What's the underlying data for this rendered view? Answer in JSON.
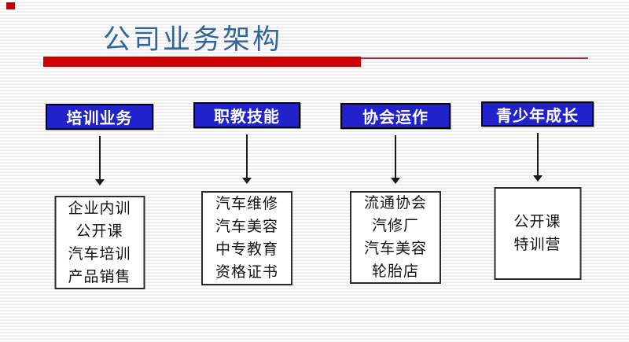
{
  "slide": {
    "title": "公司业务架构",
    "colors": {
      "title_blue": "#31659b",
      "accent_red": "#cc0000",
      "header_box_blue": "#2222cc",
      "header_text": "#ffffff",
      "body_text": "#111111"
    }
  },
  "columns": [
    {
      "header": "培训业务",
      "items": [
        "企业内训",
        "公开课",
        "汽车培训",
        "产品销售"
      ]
    },
    {
      "header": "职教技能",
      "items": [
        "汽车维修",
        "汽车美容",
        "中专教育",
        "资格证书"
      ]
    },
    {
      "header": "协会运作",
      "items": [
        "流通协会",
        "汽修厂",
        "汽车美容",
        "轮胎店"
      ]
    },
    {
      "header": "青少年成长",
      "items": [
        "公开课",
        "特训营"
      ]
    }
  ]
}
